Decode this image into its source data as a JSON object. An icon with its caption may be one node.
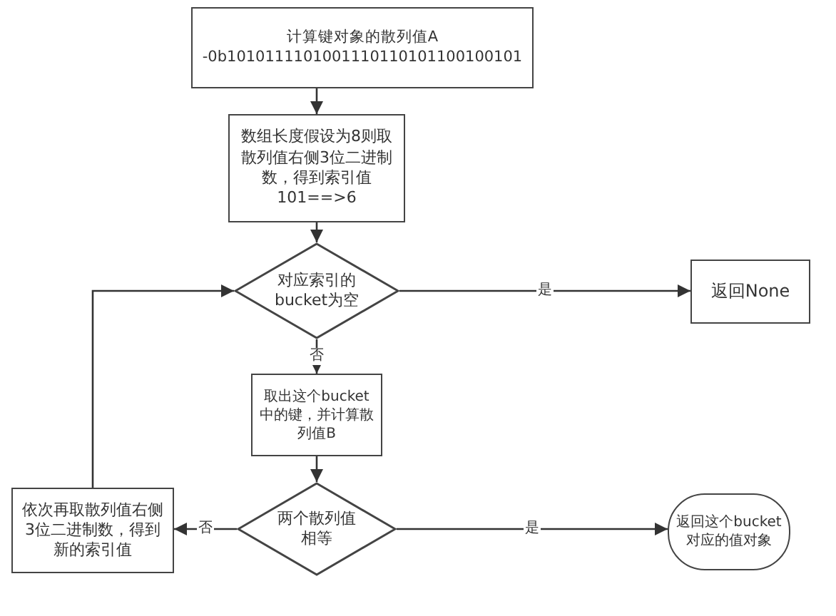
{
  "diagram": {
    "nodes": [
      {
        "text": [
          "计算键对象的散列值A",
          "-0b1010111101001110110101100100101"
        ]
      },
      {
        "text": [
          "数组长度假设为8则取散列值右侧3位二进制数，得到索引值",
          "101==>6"
        ]
      },
      {
        "text": [
          "对应索引的bucket为空"
        ]
      },
      {
        "text": [
          "返回None"
        ]
      },
      {
        "text": [
          "取出这个bucket中的键，并计算散列值B"
        ]
      },
      {
        "text": [
          "两个散列值相等"
        ]
      },
      {
        "text": [
          "依次再取散列值右侧3位二进制数，得到新的索引值"
        ]
      },
      {
        "text": [
          "返回这个bucket对应的值对象"
        ]
      }
    ],
    "edges": [
      {
        "from": 0,
        "to": 1,
        "arrow": "to"
      },
      {
        "from": 1,
        "to": 2,
        "arrow": "to"
      },
      {
        "from": 2,
        "to": 3,
        "arrow": "to",
        "label": "是"
      },
      {
        "from": 2,
        "to": 4,
        "arrow": "to",
        "label": "否"
      },
      {
        "from": 4,
        "to": 5,
        "arrow": "to"
      },
      {
        "from": 5,
        "to": 6,
        "arrow": "to",
        "label": "否"
      },
      {
        "from": 5,
        "to": 7,
        "arrow": "to",
        "label": "是"
      },
      {
        "from": 6,
        "to": 2,
        "arrow": "to"
      }
    ]
  }
}
